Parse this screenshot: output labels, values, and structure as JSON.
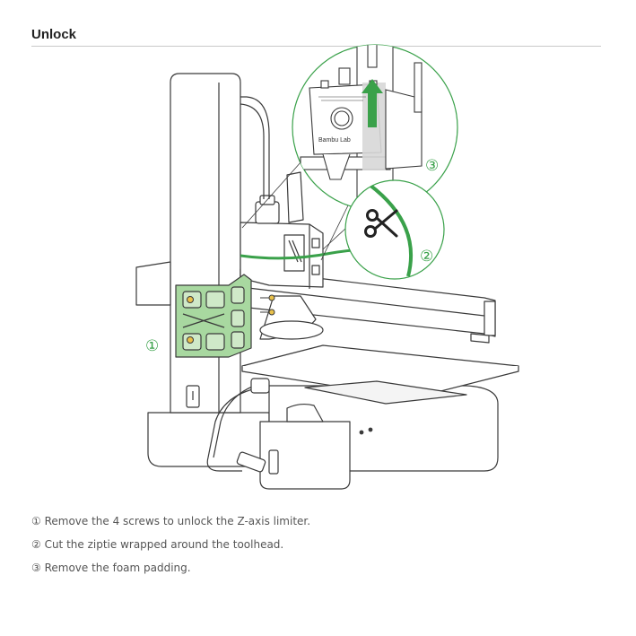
{
  "section": {
    "title": "Unlock"
  },
  "figure": {
    "callouts": [
      "①",
      "②",
      "③"
    ],
    "nozzle_brand": "Bambu Lab",
    "accent_color": "#3aa14a",
    "highlight_color": "#a8d8a0"
  },
  "steps": [
    "① Remove the 4 screws to unlock the Z-axis limiter.",
    "② Cut the ziptie wrapped around the toolhead.",
    "③ Remove the foam padding."
  ]
}
